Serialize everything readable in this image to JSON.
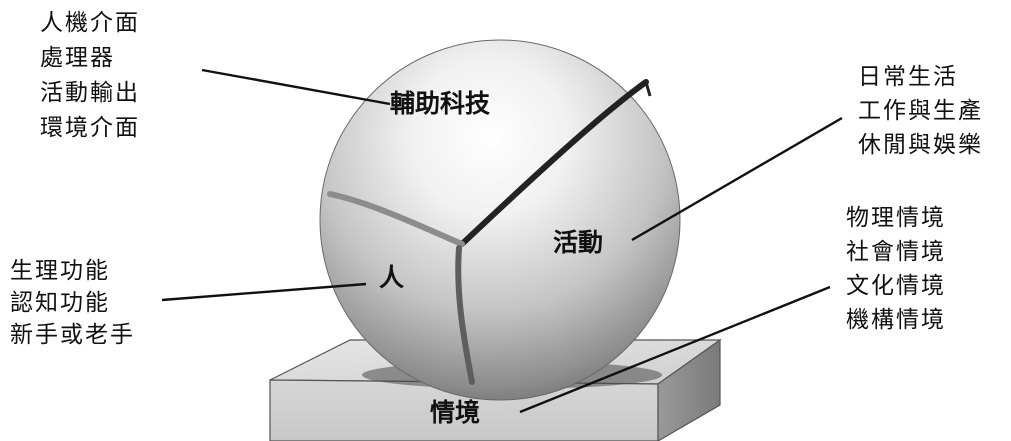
{
  "regions": {
    "assistive_tech": "輔助科技",
    "activity": "活動",
    "person": "人",
    "context": "情境"
  },
  "notes": {
    "assistive_tech": [
      "人機介面",
      "處理器",
      "活動輸出",
      "環境介面"
    ],
    "activity": [
      "日常生活",
      "工作與生產",
      "休閒與娛樂"
    ],
    "context": [
      "物理情境",
      "社會情境",
      "文化情境",
      "機構情境"
    ],
    "person": [
      "生理功能",
      "認知功能",
      "新手或老手"
    ]
  }
}
